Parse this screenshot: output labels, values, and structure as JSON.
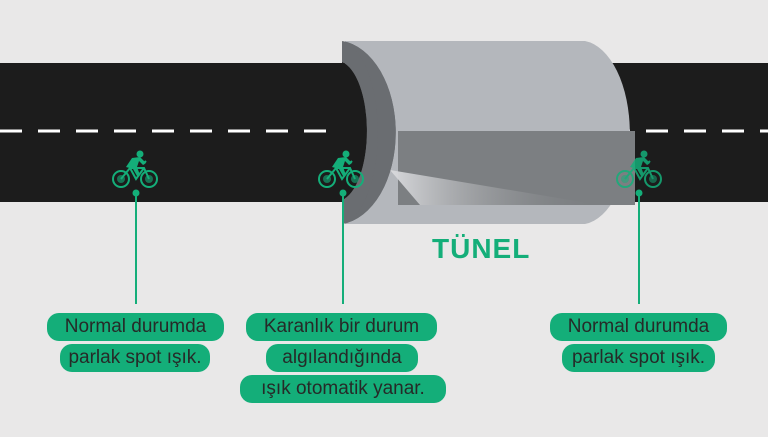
{
  "tunnel_label": "TÜNEL",
  "callouts": [
    {
      "lines": [
        "Normal durumda",
        "parlak spot ışık."
      ]
    },
    {
      "lines": [
        "Karanlık bir durum",
        "algılandığında",
        "ışık otomatik yanar."
      ]
    },
    {
      "lines": [
        "Normal durumda",
        "parlak spot ışık."
      ]
    }
  ],
  "icons": [
    "cyclist-icon",
    "cyclist-icon",
    "cyclist-icon"
  ],
  "colors": {
    "background": "#e9e8e8",
    "road": "#1c1c1c",
    "accent": "#14ae79",
    "tunnel": "#b4b7bc"
  }
}
